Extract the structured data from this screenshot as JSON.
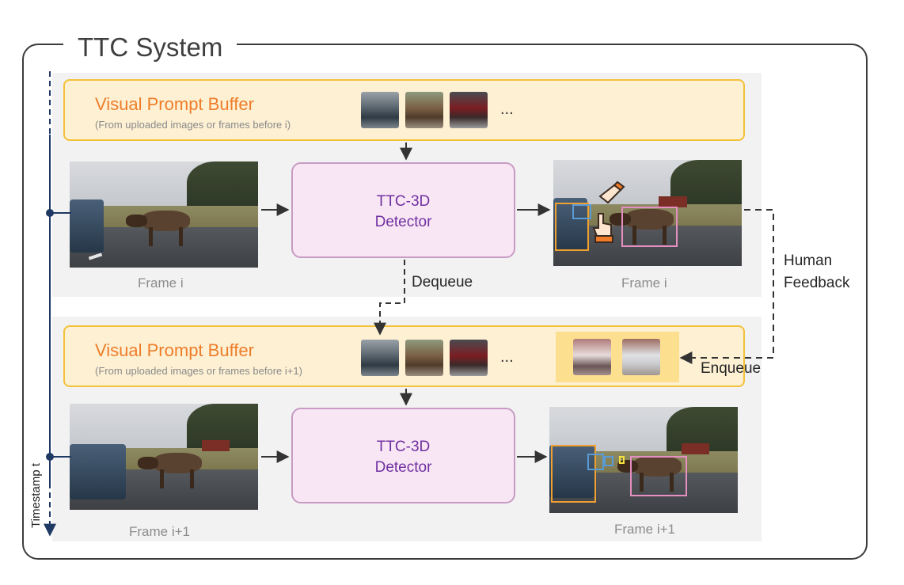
{
  "system_title": "TTC System",
  "top": {
    "buffer_title": "Visual Prompt Buffer",
    "buffer_subtitle": "(From uploaded images or frames before i)",
    "ellipsis": "...",
    "detector_line1": "TTC-3D",
    "detector_line2": "Detector",
    "input_caption": "Frame i",
    "output_caption": "Frame i"
  },
  "bottom": {
    "buffer_title": "Visual Prompt Buffer",
    "buffer_subtitle": "(From uploaded images or frames before i+1)",
    "ellipsis": "...",
    "detector_line1": "TTC-3D",
    "detector_line2": "Detector",
    "input_caption": "Frame i+1",
    "output_caption": "Frame i+1"
  },
  "labels": {
    "dequeue": "Dequeue",
    "enqueue": "Enqueue",
    "human_line1": "Human",
    "human_line2": "Feedback",
    "timestamp": "Timestamp t"
  },
  "colors": {
    "buffer_title": "#ee7d2a",
    "buffer_border": "#f3c13a",
    "buffer_fill": "#fdf0d3",
    "detector_text": "#7030a0",
    "detector_border": "#c79bc4",
    "detector_fill": "#f8e6f5",
    "timeline": "#1f3864",
    "bbox_blue": "#5b9bd5",
    "bbox_pink": "#e58fc3",
    "bbox_orange": "#f0a030",
    "bbox_yellow": "#f5e23a"
  },
  "icons": [
    "hand-pointer-icon",
    "hand-tap-icon"
  ]
}
